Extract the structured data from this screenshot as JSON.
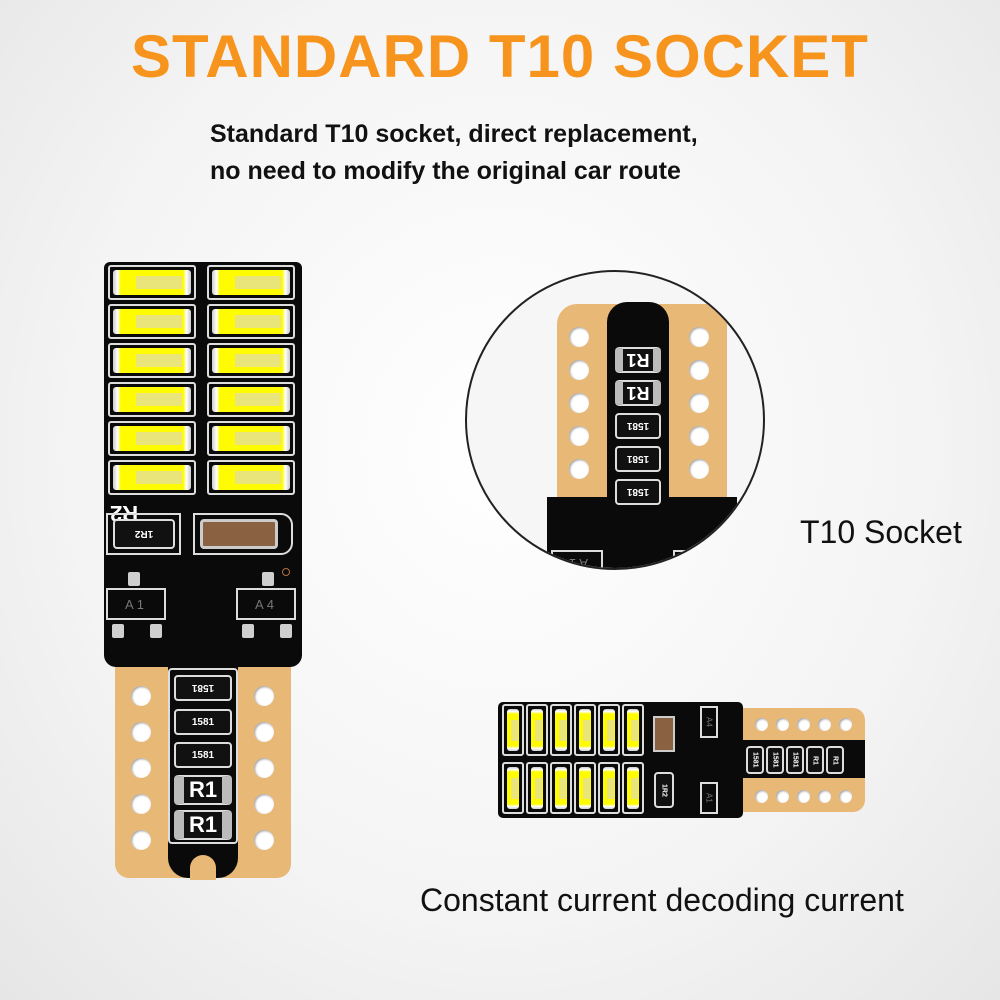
{
  "header": {
    "title": "STANDARD T10 SOCKET",
    "subtitle_lines": [
      "Standard T10 socket, direct replacement,",
      "no need to modify the original car route"
    ]
  },
  "captions": {
    "socket": "T10 Socket",
    "decoding": "Constant current decoding current"
  },
  "components": {
    "r2_silk": "R2",
    "r2_value": "1R2",
    "a1": "A1",
    "a4": "A4",
    "resistor_1581": "1581",
    "r1": "R1"
  },
  "colors": {
    "accent": "#f7941d",
    "pcb": "#0a0a0a",
    "gold_contact": "#e8b877",
    "led": "#fffb00"
  }
}
